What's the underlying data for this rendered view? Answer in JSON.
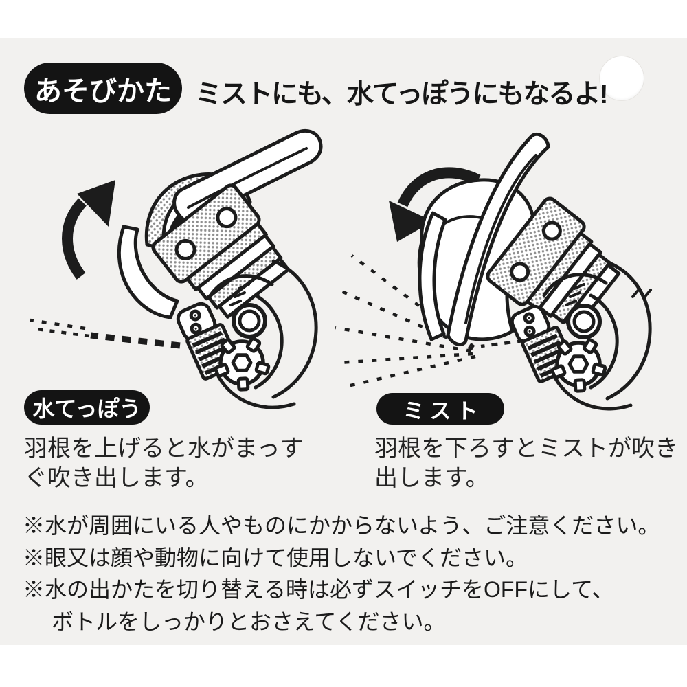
{
  "colors": {
    "page_background": "#ffffff",
    "tag_background": "#f2f1ef",
    "ink": "#1c1c1c",
    "badge_background": "#141414",
    "badge_text": "#ffffff"
  },
  "header": {
    "badge_label": "あそびかた",
    "headline": "ミストにも、水てっぽうにもなるよ!"
  },
  "panels": [
    {
      "id": "water-gun",
      "badge_label": "水てっぽう",
      "description_line1": "羽根を上げると水がまっす",
      "description_line2": "ぐ吹き出します。",
      "illustration": "spray-fan-toy-blade-lifted",
      "arrow_icon": "curved-arrow-up",
      "spray_icon": "straight-water-jet-dashes"
    },
    {
      "id": "mist",
      "badge_label": "ミスト",
      "description_line1": "羽根を下ろすとミストが吹き",
      "description_line2": "出します。",
      "illustration": "spray-fan-toy-blade-lowered",
      "arrow_icon": "curved-arrow-down",
      "spray_icon": "mist-fan-dashes"
    }
  ],
  "notes": {
    "line1": "※水が周囲にいる人やものにかからないよう、ご注意ください。",
    "line2": "※眼又は顔や動物に向けて使用しないでください。",
    "line3": "※水の出かたを切り替える時は必ずスイッチをOFFにして、",
    "line4": "ボトルをしっかりとおさえてください。"
  },
  "decorations": {
    "punch_hole": "white die-cut circle, top right"
  }
}
